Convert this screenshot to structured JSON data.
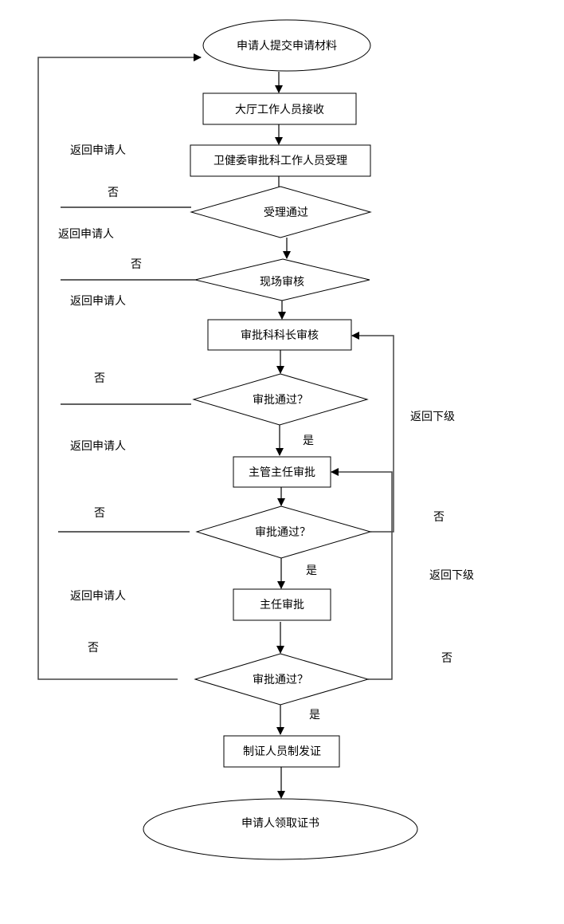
{
  "nodes": {
    "start": "申请人提交申请材料",
    "hall_receive": "大厅工作人员接收",
    "staff_accept": "卫健委审批科工作人员受理",
    "accept_pass": "受理通过",
    "onsite_review": "现场审核",
    "chief_review": "审批科科长审核",
    "decision1": "审批通过？",
    "director_supervisor": "主管主任审批",
    "decision2": "审批通过？",
    "director": "主任审批",
    "decision3": "审批通过？",
    "issue_cert": "制证人员制发证",
    "end": "申请人领取证书"
  },
  "labels": {
    "return_applicant": [
      "返回申请人",
      "返回申请人",
      "返回申请人",
      "返回申请人",
      "返回申请人"
    ],
    "no_left": [
      "否",
      "否",
      "否",
      "否",
      "否"
    ],
    "yes": [
      "是",
      "是",
      "是"
    ],
    "return_lower": [
      "返回下级",
      "返回下级"
    ],
    "no_right": [
      "否",
      "否"
    ]
  }
}
